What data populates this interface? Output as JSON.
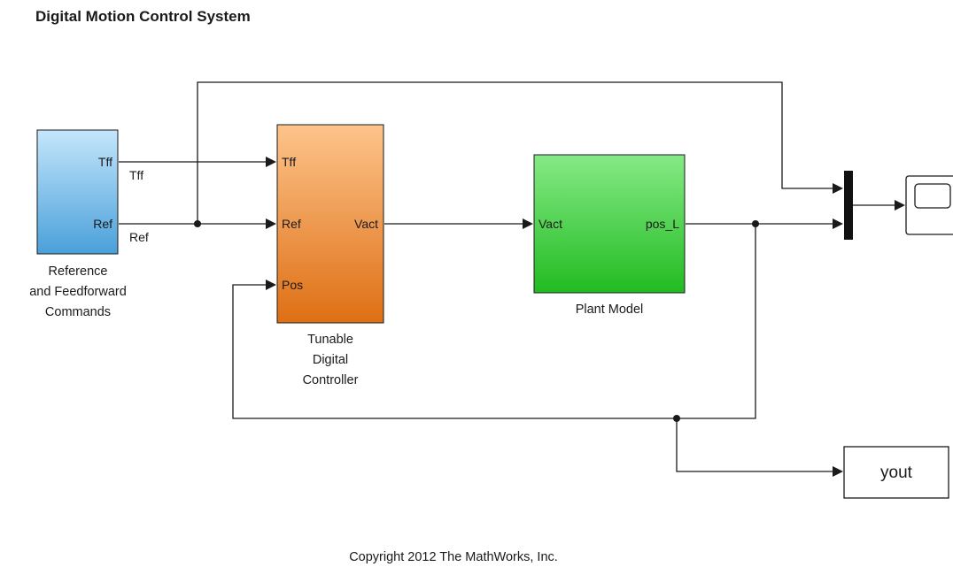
{
  "title": "Digital Motion Control System",
  "copyright": "Copyright 2012 The MathWorks, Inc.",
  "blocks": {
    "reference": {
      "ports_out": [
        "Tff",
        "Ref"
      ],
      "caption": [
        "Reference",
        "and Feedforward",
        "Commands"
      ]
    },
    "controller": {
      "ports_in": [
        "Tff",
        "Ref",
        "Pos"
      ],
      "ports_out": [
        "Vact"
      ],
      "caption": [
        "Tunable",
        "Digital",
        "Controller"
      ]
    },
    "plant": {
      "ports_in": [
        "Vact"
      ],
      "ports_out": [
        "pos_L"
      ],
      "caption": [
        "Plant Model"
      ]
    },
    "yout": {
      "label": "yout"
    }
  },
  "signals": {
    "tff": "Tff",
    "ref": "Ref"
  },
  "colors": {
    "reference_top": "#c4e6fb",
    "reference_bottom": "#4aa0da",
    "controller_top": "#fdc48c",
    "controller_bottom": "#de6f14",
    "plant_top": "#86ea86",
    "plant_bottom": "#22bb22",
    "wire": "#1a1a1a"
  }
}
